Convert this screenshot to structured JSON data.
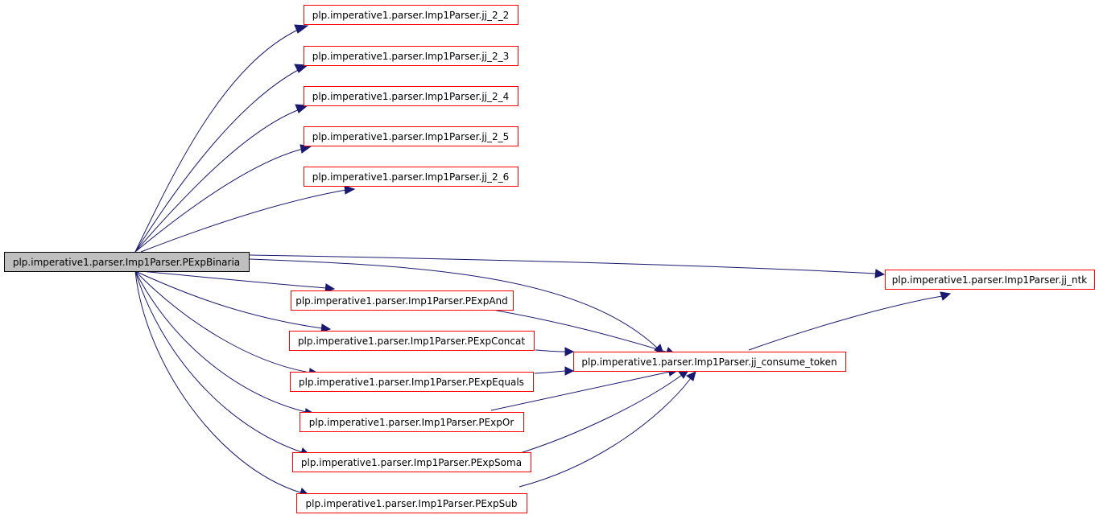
{
  "colors": {
    "node_border": "#ff0000",
    "root_border": "#000000",
    "root_fill": "#bfbfbf",
    "node_fill": "#ffffff",
    "edge": "#191970"
  },
  "nodes": {
    "root": "plp.imperative1.parser.Imp1Parser.PExpBinaria",
    "jj_2_2": "plp.imperative1.parser.Imp1Parser.jj_2_2",
    "jj_2_3": "plp.imperative1.parser.Imp1Parser.jj_2_3",
    "jj_2_4": "plp.imperative1.parser.Imp1Parser.jj_2_4",
    "jj_2_5": "plp.imperative1.parser.Imp1Parser.jj_2_5",
    "jj_2_6": "plp.imperative1.parser.Imp1Parser.jj_2_6",
    "jj_ntk": "plp.imperative1.parser.Imp1Parser.jj_ntk",
    "PExpAnd": "plp.imperative1.parser.Imp1Parser.PExpAnd",
    "PExpConcat": "plp.imperative1.parser.Imp1Parser.PExpConcat",
    "PExpEquals": "plp.imperative1.parser.Imp1Parser.PExpEquals",
    "PExpOr": "plp.imperative1.parser.Imp1Parser.PExpOr",
    "PExpSoma": "plp.imperative1.parser.Imp1Parser.PExpSoma",
    "PExpSub": "plp.imperative1.parser.Imp1Parser.PExpSub",
    "jj_consume_token": "plp.imperative1.parser.Imp1Parser.jj_consume_token"
  }
}
